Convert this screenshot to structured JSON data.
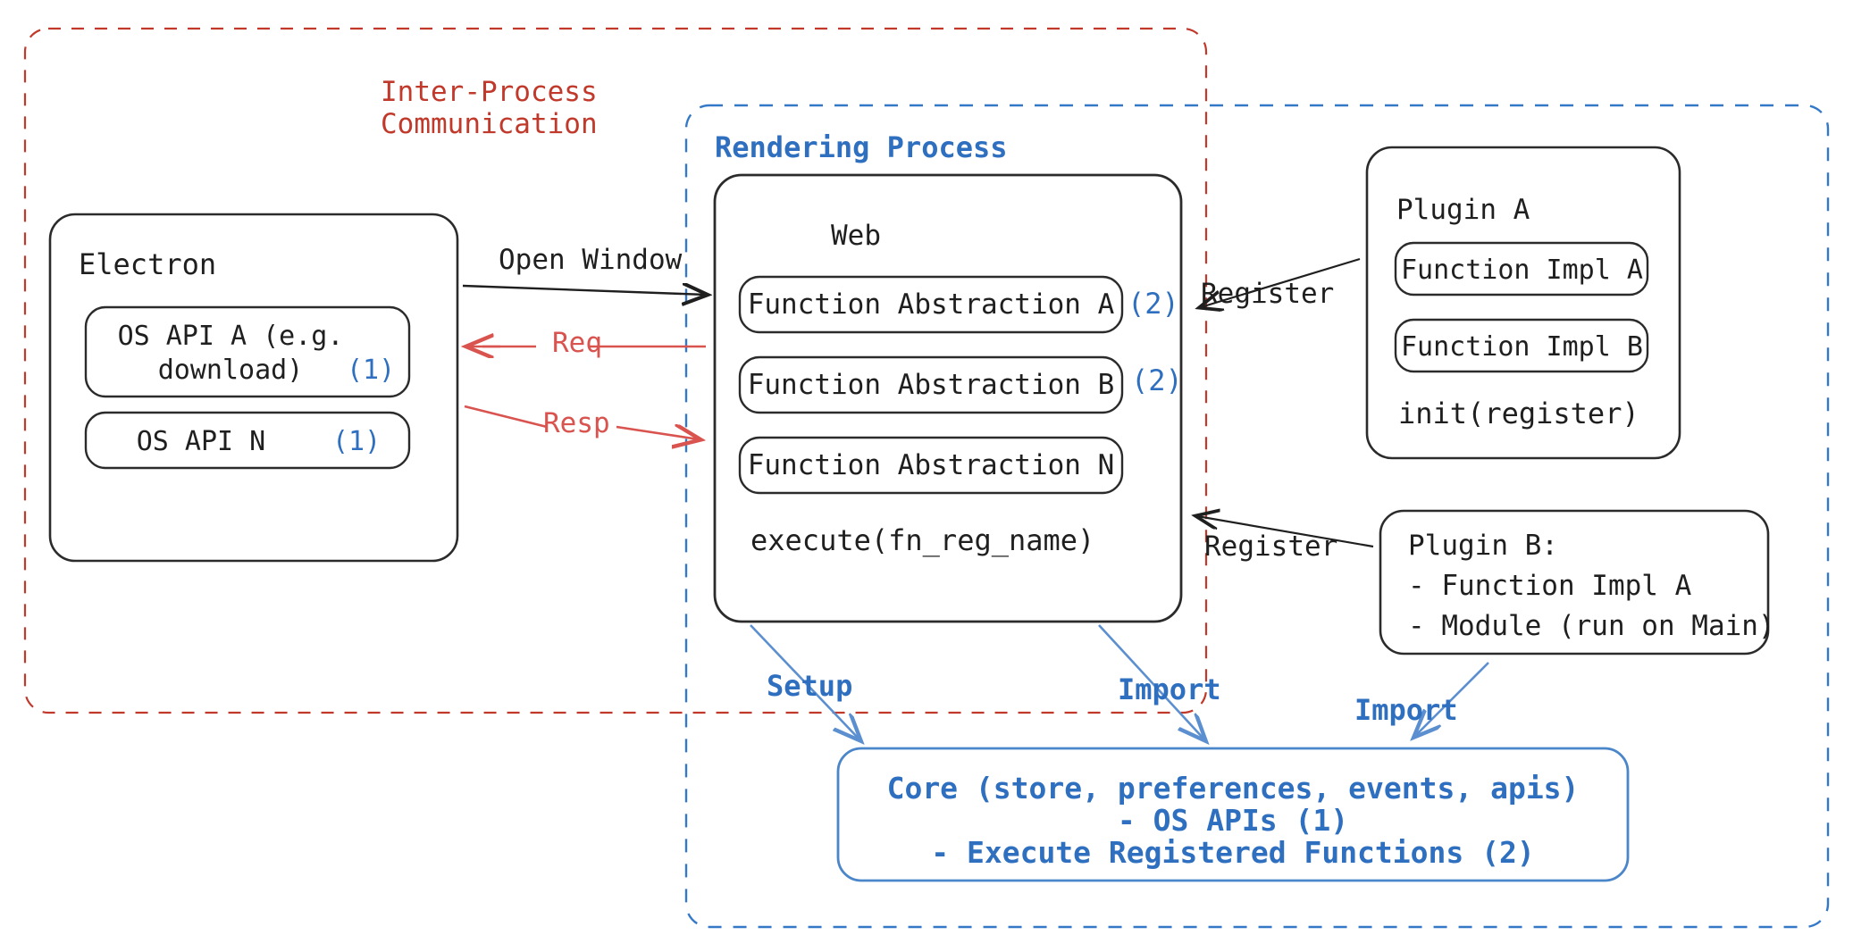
{
  "diagram": {
    "title": "Electron plugin architecture",
    "colors": {
      "ipc_red": "#c0392b",
      "process_blue": "#3478c8",
      "core_blue": "#2f6fbf",
      "box_black": "#1f1f1f",
      "background": "#ffffff"
    }
  },
  "ipc_zone": {
    "label_line1": "Inter-Process",
    "label_line2": "Communication",
    "border_style": "dashed",
    "border_color": "#c0392b"
  },
  "rendering_zone": {
    "label": "Rendering Process",
    "border_style": "dashed",
    "border_color": "#3478c8"
  },
  "electron_box": {
    "title": "Electron",
    "items": [
      {
        "line1": "OS API A (e.g.",
        "line2": "download)",
        "marker": "(1)"
      },
      {
        "line1": "OS API N",
        "line2": "",
        "marker": "(1)"
      }
    ]
  },
  "web_box": {
    "title": "Web",
    "items": [
      {
        "label": "Function Abstraction A",
        "marker": "(2)"
      },
      {
        "label": "Function Abstraction B",
        "marker": "(2)"
      },
      {
        "label": "Function Abstraction N",
        "marker": ""
      }
    ],
    "footer": "execute(fn_reg_name)"
  },
  "plugin_a_box": {
    "title": "Plugin A",
    "items": [
      {
        "label": "Function Impl A"
      },
      {
        "label": "Function Impl B"
      }
    ],
    "footer": "init(register)"
  },
  "plugin_b_box": {
    "lines": [
      "Plugin B:",
      "- Function Impl A",
      "- Module (run on Main)"
    ]
  },
  "core_box": {
    "lines": [
      "Core (store, preferences, events, apis)",
      "- OS APIs (1)",
      "- Execute Registered Functions (2)"
    ]
  },
  "edges": [
    {
      "id": "open-window",
      "label": "Open Window",
      "color": "#1f1f1f",
      "from": "electron_box",
      "to": "web_box"
    },
    {
      "id": "req",
      "label": "Req",
      "color": "#d9534f",
      "from": "web_box",
      "to": "electron_box"
    },
    {
      "id": "resp",
      "label": "Resp",
      "color": "#d9534f",
      "from": "electron_box",
      "to": "web_box"
    },
    {
      "id": "register-a",
      "label": "Register",
      "color": "#1f1f1f",
      "from": "plugin_a_box",
      "to": "web_box"
    },
    {
      "id": "register-b",
      "label": "Register",
      "color": "#1f1f1f",
      "from": "plugin_b_box",
      "to": "web_box"
    },
    {
      "id": "setup",
      "label": "Setup",
      "color": "#2f6fbf",
      "from": "web_box",
      "to": "core_box"
    },
    {
      "id": "import-web",
      "label": "Import",
      "color": "#2f6fbf",
      "from": "web_box",
      "to": "core_box"
    },
    {
      "id": "import-plug",
      "label": "Import",
      "color": "#2f6fbf",
      "from": "plugin_b_box",
      "to": "core_box"
    }
  ]
}
